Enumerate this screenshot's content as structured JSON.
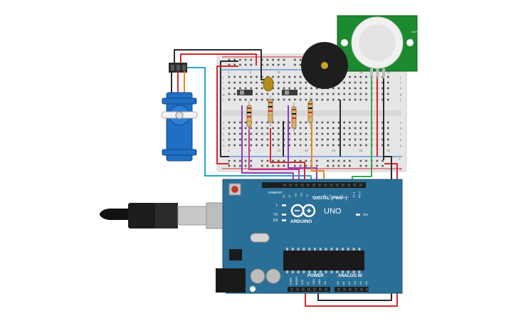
{
  "arduino": {
    "brand": "ARDUINO",
    "model": "UNO",
    "digital_label": "DIGITAL (PWM~)",
    "power_label": "POWER",
    "analog_label": "ANALOG IN",
    "on_label": "ON",
    "l_label": "L",
    "tx_label": "TX",
    "rx_label": "RX",
    "aref_label": "AREF",
    "gnd_label": "GND",
    "digital_pins": [
      "13",
      "12",
      "~11",
      "~10",
      "~9",
      "8",
      "7",
      "~6",
      "~5",
      "4",
      "~3",
      "2",
      "TX 1",
      "RX 0"
    ],
    "power_pins": [
      "IOREF",
      "RESET",
      "3.3V",
      "5V",
      "GND",
      "GND",
      "Vin"
    ],
    "analog_pins": [
      "A0",
      "A1",
      "A2",
      "A3",
      "A4",
      "A5"
    ]
  },
  "breadboard": {
    "columns": [
      "1",
      "5",
      "10",
      "15",
      "20",
      "25",
      "30"
    ],
    "rows_top": [
      "j",
      "i",
      "h",
      "g",
      "f"
    ],
    "rows_bottom": [
      "e",
      "d",
      "c",
      "b",
      "a"
    ],
    "rail_plus": "+",
    "rail_minus": "-"
  },
  "pir_sensor": {
    "pin_labels": [
      "-",
      "OUT",
      "+"
    ]
  },
  "colors": {
    "board": "#2a6f97",
    "breadboard": "#e8e8e8",
    "wire_red": "#d62828",
    "wire_black": "#2b2b2b",
    "wire_blue": "#2a9fd6",
    "wire_green": "#3aa845",
    "wire_purple": "#8e3ab8",
    "wire_magenta": "#c2398f",
    "wire_orange": "#e38b1b",
    "pir_pcb": "#1c8a2e"
  },
  "icons": {
    "arduino_logo": "infinity-logo-icon",
    "usb": "usb-cable-icon",
    "servo": "servo-motor-icon",
    "buzzer": "piezo-buzzer-icon",
    "led": "led-icon"
  }
}
